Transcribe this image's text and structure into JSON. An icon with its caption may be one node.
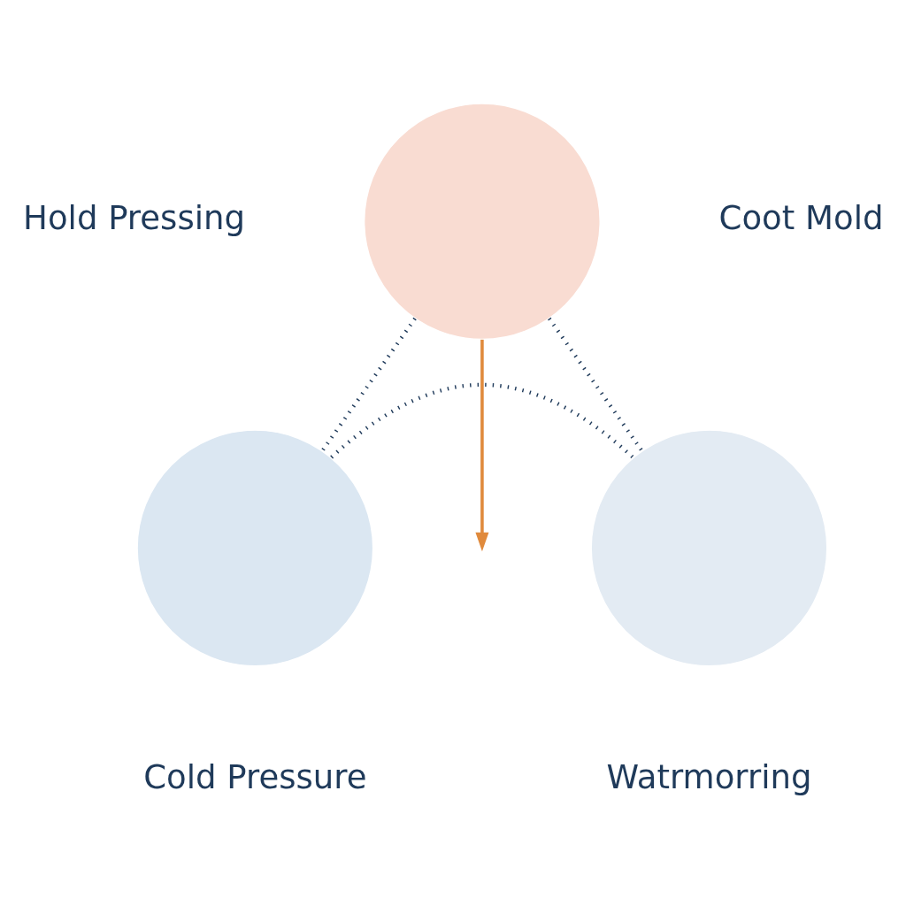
{
  "diagram": {
    "nodes": [
      {
        "text": [],
        "shape": "circle"
      },
      {
        "text": [],
        "shape": "circle",
        "beside": [
          "Cold Pressure"
        ]
      },
      {
        "text": [],
        "shape": "circle",
        "beside": [
          "Watrmorring"
        ]
      }
    ],
    "edges": [
      {
        "from": 0,
        "to": 1,
        "arrow": "none",
        "style": "dashed"
      },
      {
        "from": 0,
        "to": 2,
        "arrow": "none",
        "style": "dashed"
      },
      {
        "from": 1,
        "to": 2,
        "arrow": "none",
        "style": "dashed"
      },
      {
        "from": 0,
        "to": null,
        "arrow": "to",
        "color": "#e08a3c"
      }
    ],
    "labels": [
      "Hold Pressing",
      "Coot Mold"
    ]
  }
}
